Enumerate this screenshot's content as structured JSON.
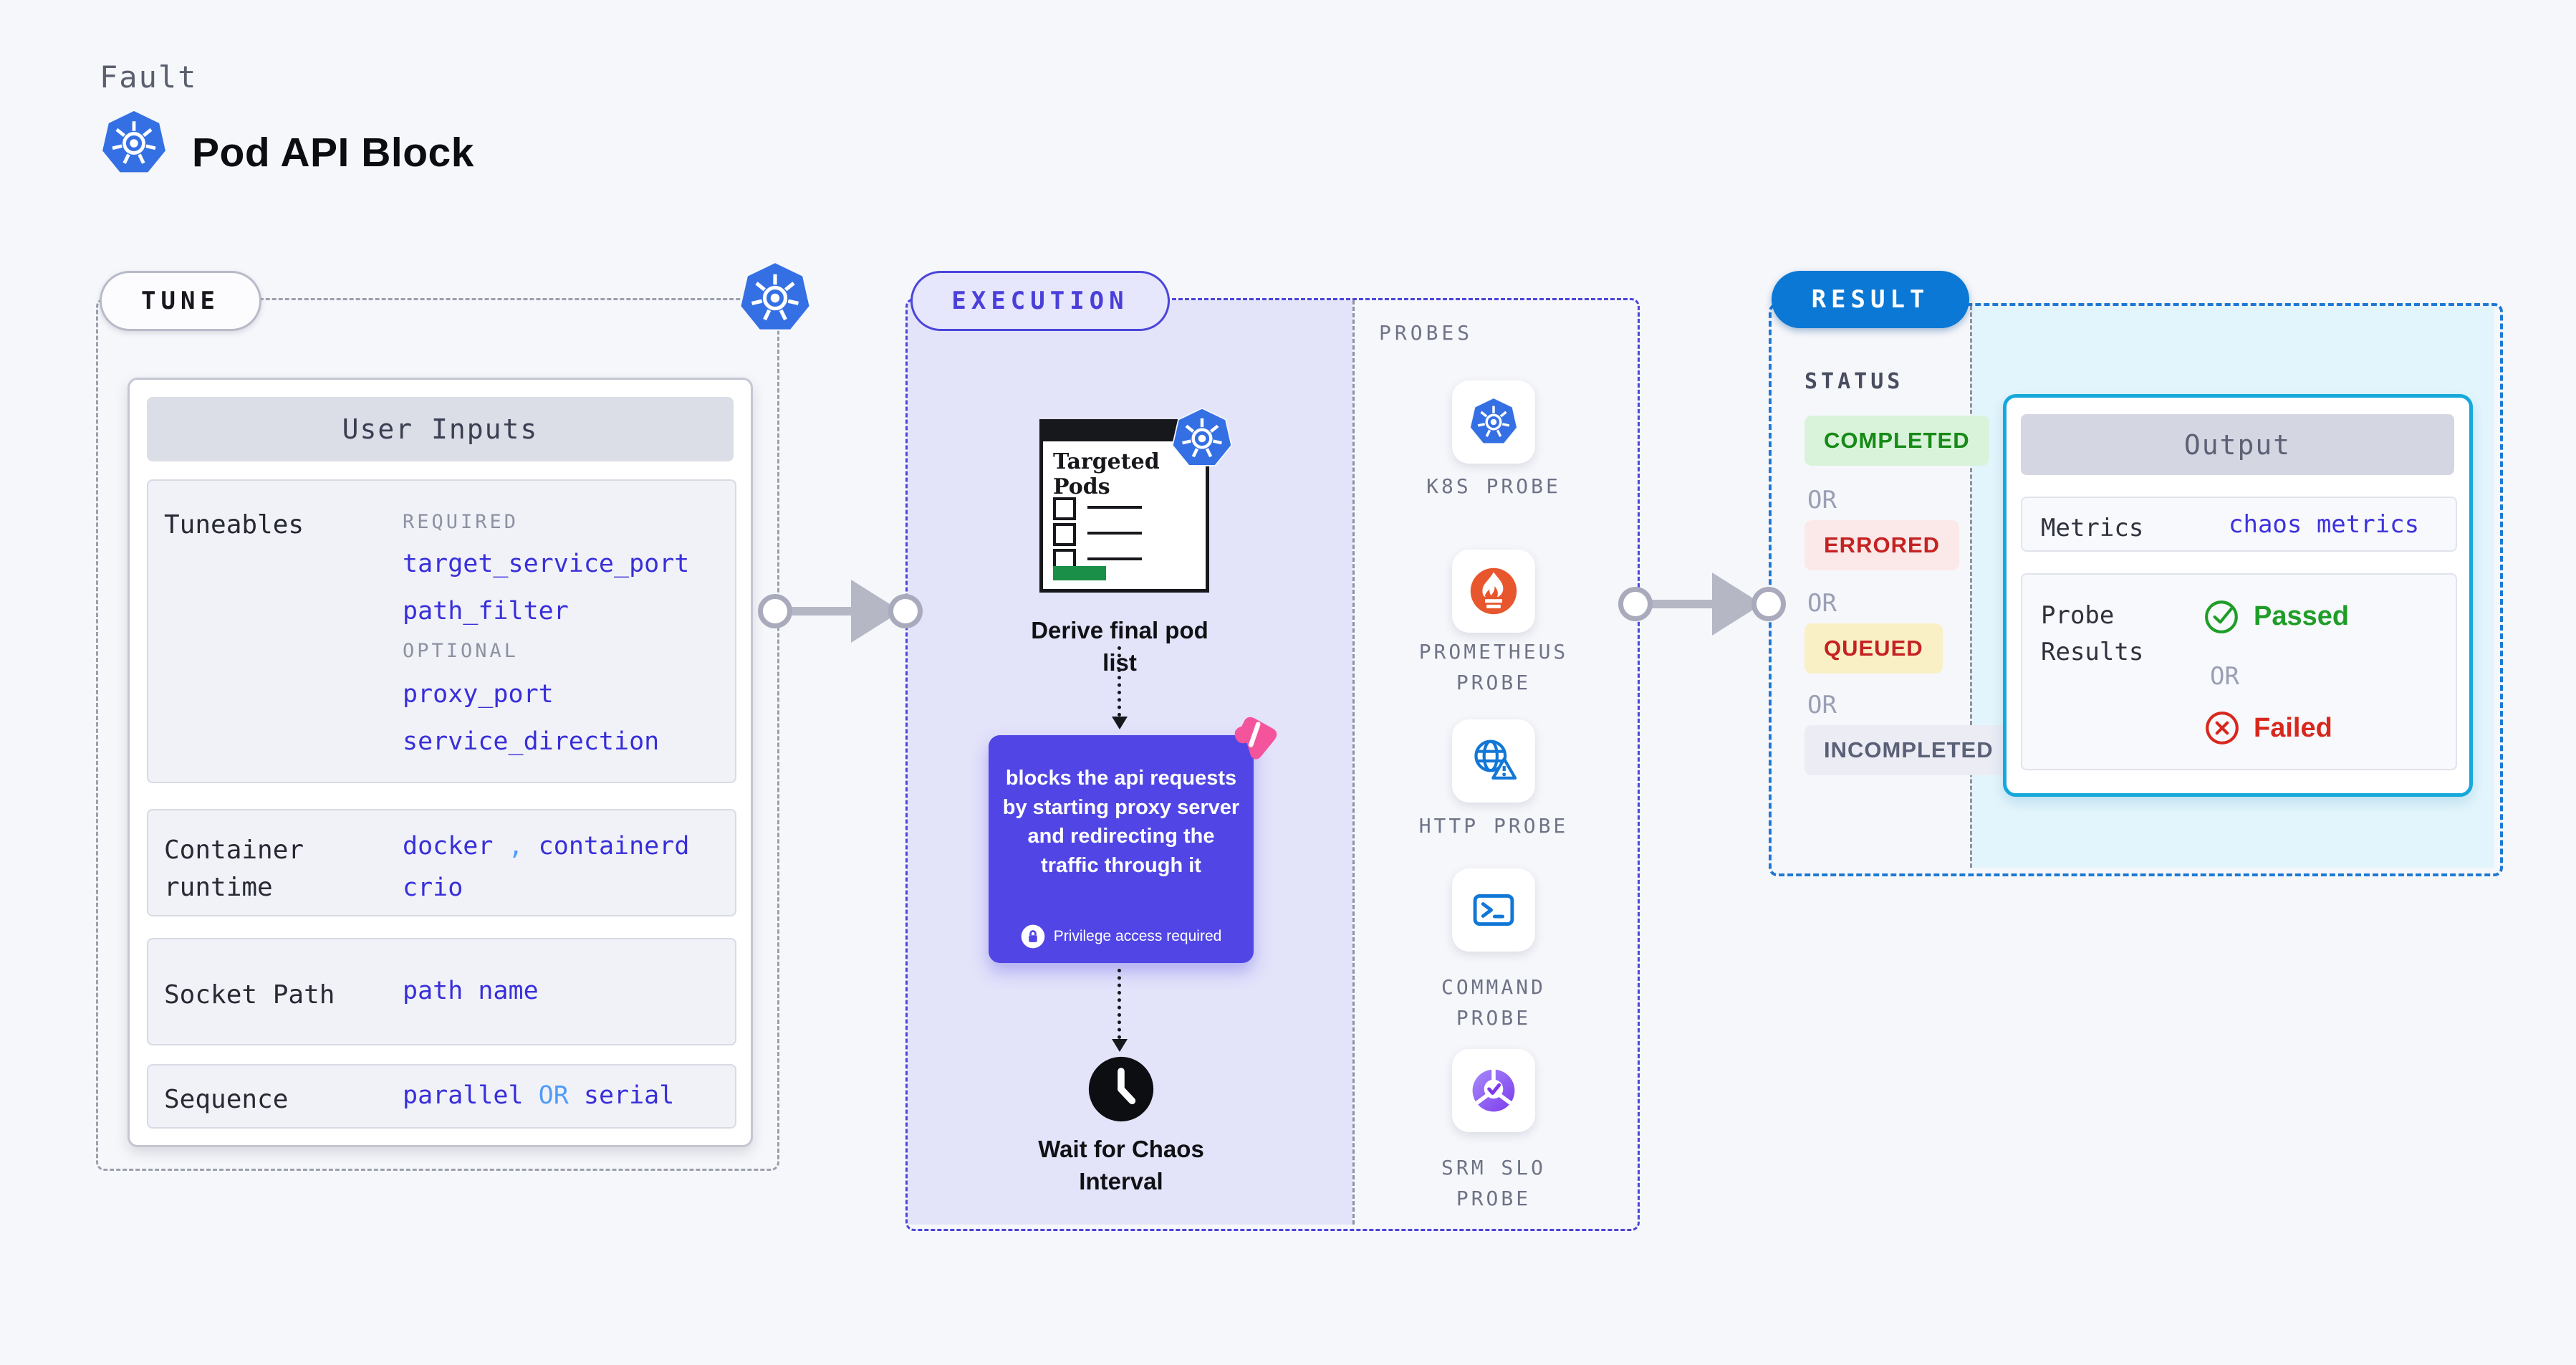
{
  "header": {
    "eyebrow": "Fault",
    "title": "Pod API Block"
  },
  "tune": {
    "label": "TUNE",
    "card_title": "User Inputs",
    "tuneables_label": "Tuneables",
    "required_heading": "REQUIRED",
    "required_values": [
      "target_service_port",
      "path_filter"
    ],
    "optional_heading": "OPTIONAL",
    "optional_values": [
      "proxy_port",
      "service_direction"
    ],
    "runtime_label": "Container runtime",
    "runtime_value_a": "docker",
    "runtime_comma": ",",
    "runtime_value_b": "containerd",
    "runtime_value_c": "crio",
    "socket_label": "Socket Path",
    "socket_value": "path name",
    "sequence_label": "Sequence",
    "sequence_value_a": "parallel",
    "sequence_or": "OR",
    "sequence_value_b": "serial"
  },
  "execution": {
    "label": "EXECUTION",
    "pods_box_title": "Targeted Pods",
    "derive_label": "Derive final pod list",
    "action_text": "blocks the api requests by starting proxy server and redirecting the traffic through it",
    "privilege_note": "Privilege access required",
    "wait_label": "Wait for Chaos Interval"
  },
  "probes": {
    "heading": "PROBES",
    "items": [
      "K8S PROBE",
      "PROMETHEUS PROBE",
      "HTTP PROBE",
      "COMMAND PROBE",
      "SRM SLO PROBE"
    ]
  },
  "result": {
    "label": "RESULT",
    "status_heading": "STATUS",
    "statuses": [
      "COMPLETED",
      "ERRORED",
      "QUEUED",
      "INCOMPLETED"
    ],
    "or_label": "OR",
    "output": {
      "title": "Output",
      "metrics_label": "Metrics",
      "metrics_value": "chaos metrics",
      "probe_results_label": "Probe Results",
      "passed_label": "Passed",
      "or_label": "OR",
      "failed_label": "Failed"
    }
  },
  "colors": {
    "page_bg": "#f6f7fb",
    "lavender_bg": "#e3e3fa",
    "indigo_dash": "#4b45da",
    "gray_dash": "#9aa0ab",
    "blue_dash": "#1d79d4",
    "purple_action": "#5146e5",
    "pink_accent": "#f4549b",
    "result_blue": "#0a78d4",
    "cyan_border": "#16a8db",
    "cyan_bg": "#e3f5fc",
    "code_indigo": "#382fd9",
    "code_lightblue": "#4f9cf7",
    "green": "#1f9d28",
    "red": "#d8281e",
    "k8s_blue": "#3470e4",
    "prometheus_orange": "#e8562d",
    "probe_icon_blue": "#1277d6",
    "srm_purple": "#7c3aed",
    "arrow_gray": "#b5b7c5"
  }
}
